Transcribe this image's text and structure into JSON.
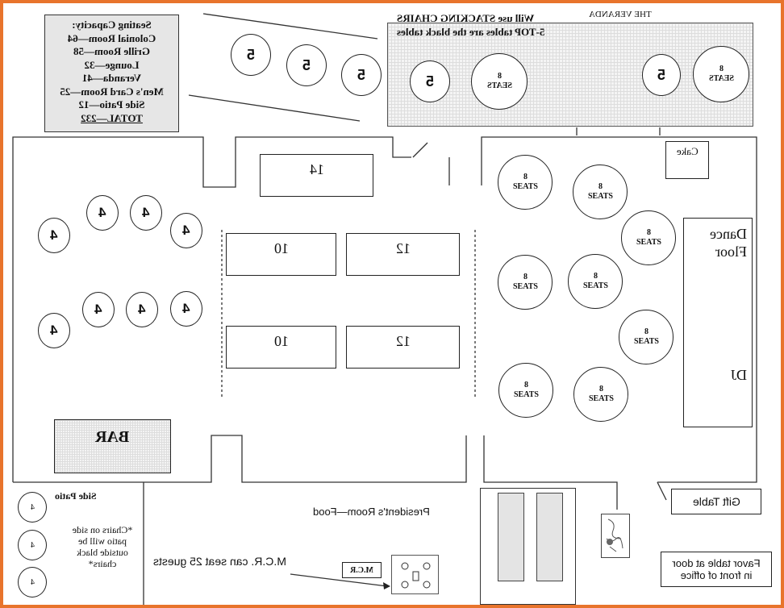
{
  "capacity": {
    "title": "Seating Capacity:",
    "lines": [
      "Colonial Room—64",
      "Grille Room—58",
      "Lounge—32",
      "Veranda—41",
      "Men's Card Room—25",
      "Side Patio—12"
    ],
    "total": "TOTAL—232"
  },
  "veranda": {
    "label": "THE VERANDA",
    "note1": "Will use STACKING CHAIRS",
    "note2": "5-TOP tables are the black tables",
    "tables": [
      "5",
      "8\nSEATS",
      "5",
      "8\nSEATS"
    ]
  },
  "top_tables": [
    "5",
    "5",
    "5"
  ],
  "four_tops": [
    "4",
    "4",
    "4",
    "4",
    "4",
    "4",
    "4",
    "4"
  ],
  "long_tables": [
    "14",
    "10",
    "12",
    "10",
    "12"
  ],
  "round_8": {
    "num": "8",
    "label": "SEATS"
  },
  "cake": "Cake",
  "dance_floor": "Dance\nFloor",
  "dj": "DJ",
  "bar": "BAR",
  "side_patio": {
    "title": "Side Patio",
    "note": "*Chairs on side patio will be outside black chairs*",
    "tables": [
      "4",
      "4",
      "4"
    ]
  },
  "presidents_room": "President's Room—Food",
  "mcr": {
    "label": "M.C.R",
    "note": "M.C.R. can seat 25 guests"
  },
  "gift_table": "Gift Table",
  "favor_table": "Favor table at door in front of office"
}
